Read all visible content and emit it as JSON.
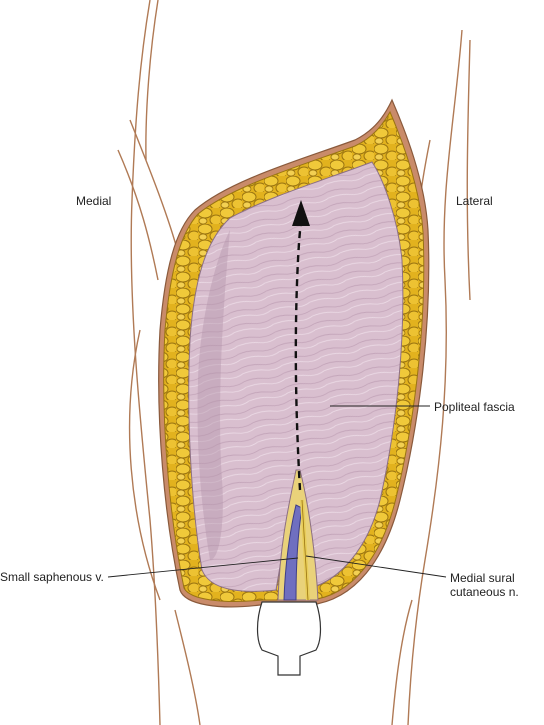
{
  "labels": {
    "medial": "Medial",
    "lateral": "Lateral",
    "popliteal_fascia": "Popliteal fascia",
    "small_saphenous": "Small saphenous v.",
    "medial_sural_line1": "Medial sural",
    "medial_sural_line2": "cutaneous n."
  },
  "colors": {
    "skin_line": "#b07a55",
    "fat": "#e2b21e",
    "fat_dark": "#9a7410",
    "fascia": "#d9bfcf",
    "fascia_shade": "#b394aa",
    "vein": "#6f6fc0",
    "nerve": "#e8cd5a"
  }
}
